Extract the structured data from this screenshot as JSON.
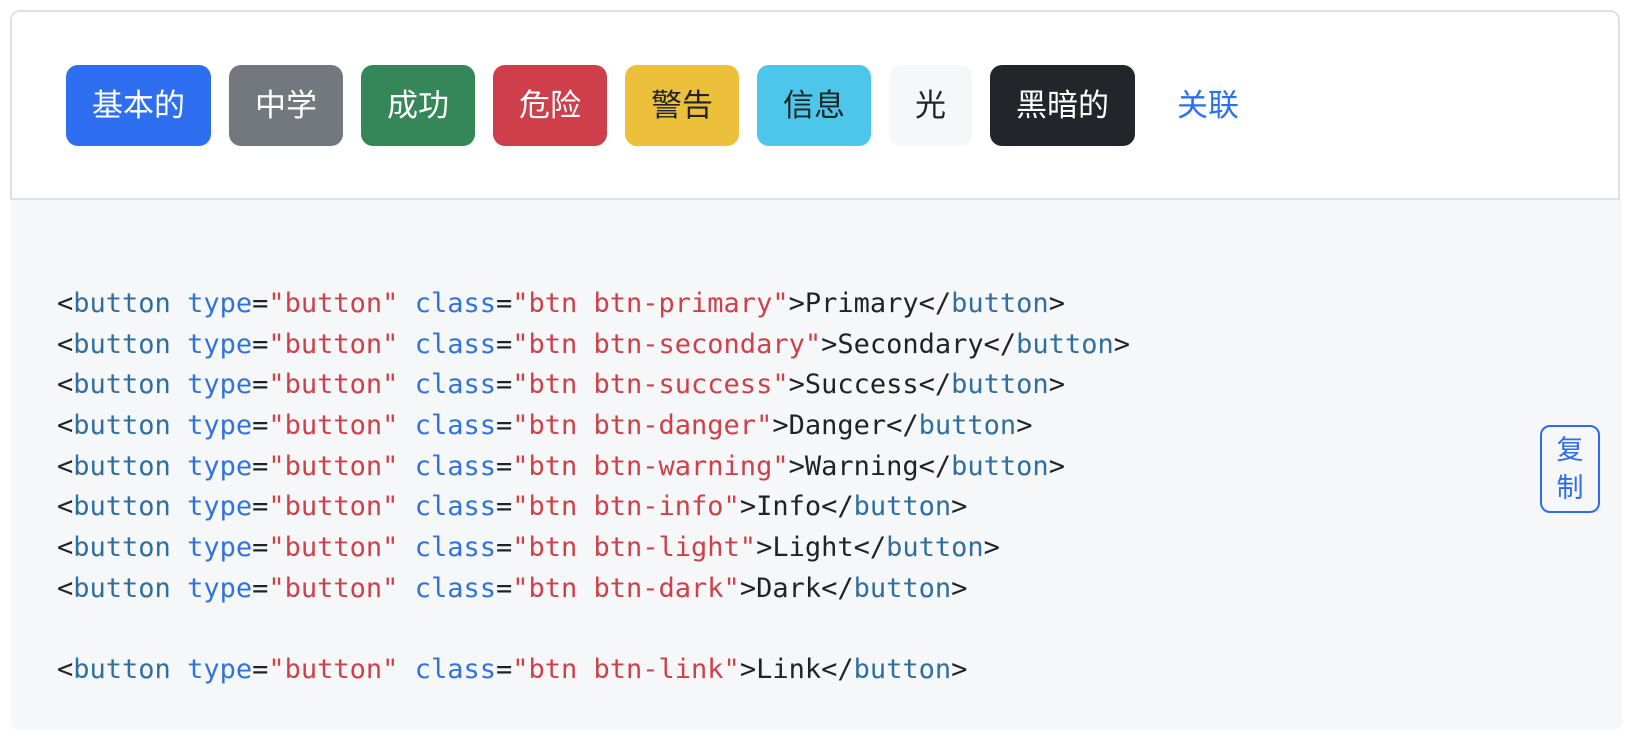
{
  "colors": {
    "page_background": "#ffffff",
    "card_border": "#dde1e6",
    "code_background": "#f6f7f9",
    "accent": "#2c6cf0",
    "token_tag": "#2f6f9f",
    "token_attr": "#3173dc",
    "token_string": "#d04049",
    "token_plain": "#1f2328"
  },
  "preview": {
    "buttons": [
      {
        "label": "基本的",
        "variant": "primary",
        "bg": "#2d6ff0",
        "text_color": "#ffffff"
      },
      {
        "label": "中学",
        "variant": "secondary",
        "bg": "#72787e",
        "text_color": "#ffffff"
      },
      {
        "label": "成功",
        "variant": "success",
        "bg": "#35875a",
        "text_color": "#ffffff"
      },
      {
        "label": "危险",
        "variant": "danger",
        "bg": "#ce3f4b",
        "text_color": "#ffffff"
      },
      {
        "label": "警告",
        "variant": "warning",
        "bg": "#edc03c",
        "text_color": "#212529"
      },
      {
        "label": "信息",
        "variant": "info",
        "bg": "#4cc6ea",
        "text_color": "#212529"
      },
      {
        "label": "光",
        "variant": "light",
        "bg": "#f6f7f8",
        "text_color": "#212529"
      },
      {
        "label": "黑暗的",
        "variant": "dark",
        "bg": "#222529",
        "text_color": "#ffffff"
      },
      {
        "label": "关联",
        "variant": "link",
        "bg": "transparent",
        "text_color": "#2e6ff2"
      }
    ]
  },
  "code": {
    "copy_button_label": "复制",
    "lines": [
      [
        [
          "p",
          "<"
        ],
        [
          "t",
          "button"
        ],
        [
          "p",
          " "
        ],
        [
          "a",
          "type"
        ],
        [
          "p",
          "="
        ],
        [
          "s",
          "\"button\""
        ],
        [
          "p",
          " "
        ],
        [
          "a",
          "class"
        ],
        [
          "p",
          "="
        ],
        [
          "s",
          "\"btn btn-primary\""
        ],
        [
          "p",
          ">Primary</"
        ],
        [
          "t",
          "button"
        ],
        [
          "p",
          ">"
        ]
      ],
      [
        [
          "p",
          "<"
        ],
        [
          "t",
          "button"
        ],
        [
          "p",
          " "
        ],
        [
          "a",
          "type"
        ],
        [
          "p",
          "="
        ],
        [
          "s",
          "\"button\""
        ],
        [
          "p",
          " "
        ],
        [
          "a",
          "class"
        ],
        [
          "p",
          "="
        ],
        [
          "s",
          "\"btn btn-secondary\""
        ],
        [
          "p",
          ">Secondary</"
        ],
        [
          "t",
          "button"
        ],
        [
          "p",
          ">"
        ]
      ],
      [
        [
          "p",
          "<"
        ],
        [
          "t",
          "button"
        ],
        [
          "p",
          " "
        ],
        [
          "a",
          "type"
        ],
        [
          "p",
          "="
        ],
        [
          "s",
          "\"button\""
        ],
        [
          "p",
          " "
        ],
        [
          "a",
          "class"
        ],
        [
          "p",
          "="
        ],
        [
          "s",
          "\"btn btn-success\""
        ],
        [
          "p",
          ">Success</"
        ],
        [
          "t",
          "button"
        ],
        [
          "p",
          ">"
        ]
      ],
      [
        [
          "p",
          "<"
        ],
        [
          "t",
          "button"
        ],
        [
          "p",
          " "
        ],
        [
          "a",
          "type"
        ],
        [
          "p",
          "="
        ],
        [
          "s",
          "\"button\""
        ],
        [
          "p",
          " "
        ],
        [
          "a",
          "class"
        ],
        [
          "p",
          "="
        ],
        [
          "s",
          "\"btn btn-danger\""
        ],
        [
          "p",
          ">Danger</"
        ],
        [
          "t",
          "button"
        ],
        [
          "p",
          ">"
        ]
      ],
      [
        [
          "p",
          "<"
        ],
        [
          "t",
          "button"
        ],
        [
          "p",
          " "
        ],
        [
          "a",
          "type"
        ],
        [
          "p",
          "="
        ],
        [
          "s",
          "\"button\""
        ],
        [
          "p",
          " "
        ],
        [
          "a",
          "class"
        ],
        [
          "p",
          "="
        ],
        [
          "s",
          "\"btn btn-warning\""
        ],
        [
          "p",
          ">Warning</"
        ],
        [
          "t",
          "button"
        ],
        [
          "p",
          ">"
        ]
      ],
      [
        [
          "p",
          "<"
        ],
        [
          "t",
          "button"
        ],
        [
          "p",
          " "
        ],
        [
          "a",
          "type"
        ],
        [
          "p",
          "="
        ],
        [
          "s",
          "\"button\""
        ],
        [
          "p",
          " "
        ],
        [
          "a",
          "class"
        ],
        [
          "p",
          "="
        ],
        [
          "s",
          "\"btn btn-info\""
        ],
        [
          "p",
          ">Info</"
        ],
        [
          "t",
          "button"
        ],
        [
          "p",
          ">"
        ]
      ],
      [
        [
          "p",
          "<"
        ],
        [
          "t",
          "button"
        ],
        [
          "p",
          " "
        ],
        [
          "a",
          "type"
        ],
        [
          "p",
          "="
        ],
        [
          "s",
          "\"button\""
        ],
        [
          "p",
          " "
        ],
        [
          "a",
          "class"
        ],
        [
          "p",
          "="
        ],
        [
          "s",
          "\"btn btn-light\""
        ],
        [
          "p",
          ">Light</"
        ],
        [
          "t",
          "button"
        ],
        [
          "p",
          ">"
        ]
      ],
      [
        [
          "p",
          "<"
        ],
        [
          "t",
          "button"
        ],
        [
          "p",
          " "
        ],
        [
          "a",
          "type"
        ],
        [
          "p",
          "="
        ],
        [
          "s",
          "\"button\""
        ],
        [
          "p",
          " "
        ],
        [
          "a",
          "class"
        ],
        [
          "p",
          "="
        ],
        [
          "s",
          "\"btn btn-dark\""
        ],
        [
          "p",
          ">Dark</"
        ],
        [
          "t",
          "button"
        ],
        [
          "p",
          ">"
        ]
      ],
      [],
      [
        [
          "p",
          "<"
        ],
        [
          "t",
          "button"
        ],
        [
          "p",
          " "
        ],
        [
          "a",
          "type"
        ],
        [
          "p",
          "="
        ],
        [
          "s",
          "\"button\""
        ],
        [
          "p",
          " "
        ],
        [
          "a",
          "class"
        ],
        [
          "p",
          "="
        ],
        [
          "s",
          "\"btn btn-link\""
        ],
        [
          "p",
          ">Link</"
        ],
        [
          "t",
          "button"
        ],
        [
          "p",
          ">"
        ]
      ]
    ]
  }
}
